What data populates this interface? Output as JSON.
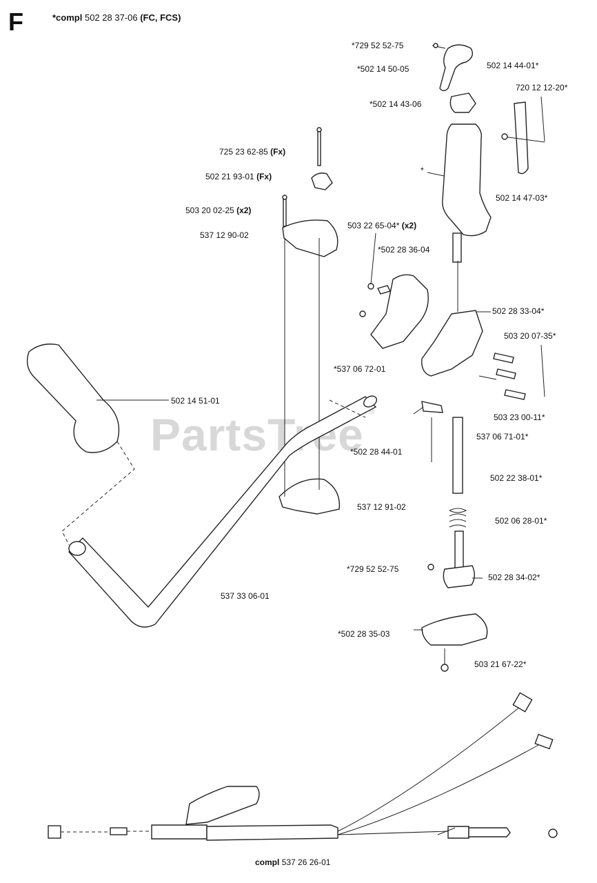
{
  "section_letter": "F",
  "assembly": {
    "prefix": "*compl",
    "number": "502 28 37-06",
    "variants": "(FC, FCS)"
  },
  "watermark": "PartsTree",
  "watermark_tm": "TM",
  "footer": {
    "prefix": "compl",
    "number": "537 26 26-01"
  },
  "labels": {
    "p72952_top": "*729 52 52-75",
    "p502145005": "*502 14 50-05",
    "p502144306": "*502 14 43-06",
    "p502144401": "502 14 44-01*",
    "p720121220": "720 12 12-20*",
    "p725236285": "725 23 62-85",
    "p725236285_suffix": "(Fx)",
    "p502219301": "502 21 93-01",
    "p502219301_suffix": "(Fx)",
    "p503200225": "503 20 02-25",
    "p503200225_suffix": "(x2)",
    "p537129002": "537 12 90-02",
    "p503226504": "503 22 65-04*",
    "p503226504_suffix": "(x2)",
    "p502283604": "*502 28 36-04",
    "p502144703": "502 14 47-03*",
    "p502283304": "502 28 33-04*",
    "p503200735": "503 20 07-35*",
    "p537067201": "*537 06 72-01",
    "p502145101": "502 14 51-01",
    "p503230011": "503 23 00-11*",
    "p502284401": "*502 28 44-01",
    "p537067101": "537 06 71-01*",
    "p502223801": "502 22 38-01*",
    "p537129102": "537 12 91-02",
    "p502062801": "502 06 28-01*",
    "p72952_bottom": "*729 52 52-75",
    "p502283402": "502 28 34-02*",
    "p537330601": "537 33 06-01",
    "p502283503": "*502 28 35-03",
    "p503216722": "503 21 67-22*",
    "asterisk": "*"
  }
}
